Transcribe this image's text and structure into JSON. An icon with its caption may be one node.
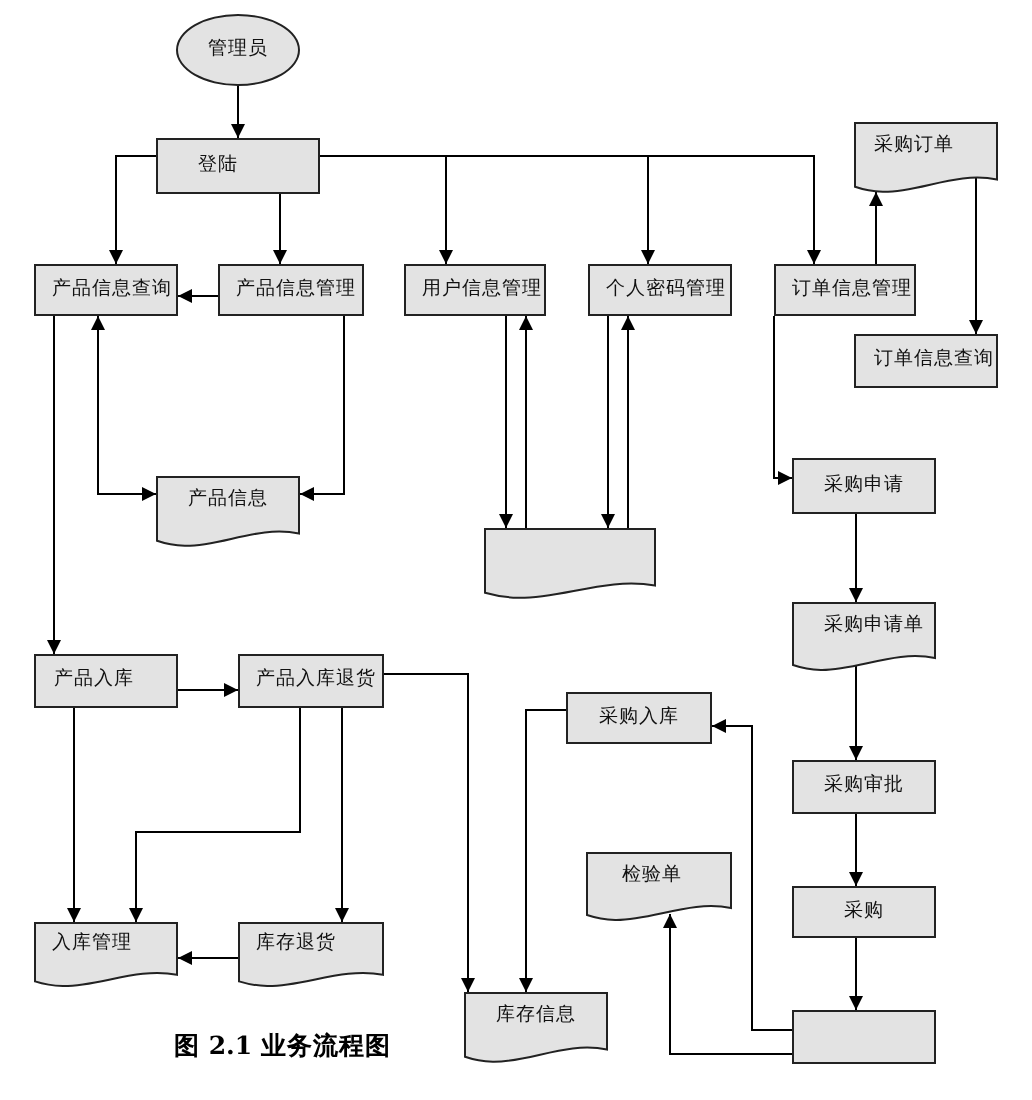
{
  "diagram": {
    "caption": "图 2.1 业务流程图",
    "nodes": [
      {
        "text": [
          "管理员"
        ]
      },
      {
        "text": [
          "登陆"
        ]
      },
      {
        "text": [
          "采购订单"
        ]
      },
      {
        "text": [
          "产品信息查询"
        ]
      },
      {
        "text": [
          "产品信息管理"
        ]
      },
      {
        "text": [
          "用户信息管理"
        ]
      },
      {
        "text": [
          "个人密码管理"
        ]
      },
      {
        "text": [
          "订单信息管理"
        ]
      },
      {
        "text": [
          "订单信息查询"
        ]
      },
      {
        "text": [
          "采购申请"
        ]
      },
      {
        "text": [
          "产品信息"
        ]
      },
      {
        "text": [],
        "shape": "document"
      },
      {
        "text": [
          "采购申请单"
        ]
      },
      {
        "text": [
          "产品入库"
        ]
      },
      {
        "text": [
          "产品入库退货"
        ]
      },
      {
        "text": [
          "采购入库"
        ]
      },
      {
        "text": [
          "采购审批"
        ]
      },
      {
        "text": [
          "检验单"
        ]
      },
      {
        "text": [
          "采购"
        ]
      },
      {
        "text": [
          "入库管理"
        ]
      },
      {
        "text": [
          "库存退货"
        ]
      },
      {
        "text": [
          "库存信息"
        ]
      },
      {
        "text": [],
        "shape": "box"
      }
    ],
    "edges": [
      {
        "from": 0,
        "to": 1,
        "arrow": "to"
      },
      {
        "from": 1,
        "to": 3,
        "arrow": "to"
      },
      {
        "from": 1,
        "to": 4,
        "arrow": "to"
      },
      {
        "from": 1,
        "to": 5,
        "arrow": "to"
      },
      {
        "from": 1,
        "to": 6,
        "arrow": "to"
      },
      {
        "from": 1,
        "to": 7,
        "arrow": "to"
      },
      {
        "from": 4,
        "to": 3,
        "arrow": "to"
      },
      {
        "from": 3,
        "to": 10,
        "arrow": "both"
      },
      {
        "from": 4,
        "to": 10,
        "arrow": "to"
      },
      {
        "from": 5,
        "to": 11,
        "arrow": "to"
      },
      {
        "from": 11,
        "to": 5,
        "arrow": "to"
      },
      {
        "from": 6,
        "to": 11,
        "arrow": "to"
      },
      {
        "from": 11,
        "to": 6,
        "arrow": "to"
      },
      {
        "from": 7,
        "to": 2,
        "arrow": "to"
      },
      {
        "from": 2,
        "to": 8,
        "arrow": "to"
      },
      {
        "from": 7,
        "to": 9,
        "arrow": "to"
      },
      {
        "from": 9,
        "to": 12,
        "arrow": "to"
      },
      {
        "from": 12,
        "to": 16,
        "arrow": "to"
      },
      {
        "from": 16,
        "to": 18,
        "arrow": "to"
      },
      {
        "from": 18,
        "to": 22,
        "arrow": "to"
      },
      {
        "from": 3,
        "to": 13,
        "arrow": "to"
      },
      {
        "from": 13,
        "to": 14,
        "arrow": "to"
      },
      {
        "from": 13,
        "to": 19,
        "arrow": "to"
      },
      {
        "from": 14,
        "to": 19,
        "arrow": "to"
      },
      {
        "from": 14,
        "to": 20,
        "arrow": "to"
      },
      {
        "from": 20,
        "to": 19,
        "arrow": "to"
      },
      {
        "from": 14,
        "to": 21,
        "arrow": "to"
      },
      {
        "from": 15,
        "to": 21,
        "arrow": "to"
      },
      {
        "from": 22,
        "to": 17,
        "arrow": "to"
      },
      {
        "from": 22,
        "to": 15,
        "arrow": "to"
      }
    ]
  }
}
